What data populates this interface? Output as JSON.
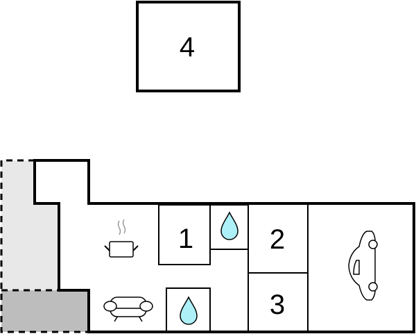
{
  "diagram": {
    "type": "floor-plan",
    "colors": {
      "wall": "#000000",
      "terrace_light": "#e8e8e8",
      "terrace_dark": "#bdbdbd",
      "water": "#aef0f8",
      "steam": "#999999"
    },
    "rooms": [
      {
        "id": "room-4",
        "label": "4"
      },
      {
        "id": "room-1",
        "label": "1"
      },
      {
        "id": "room-2",
        "label": "2"
      },
      {
        "id": "room-3",
        "label": "3"
      }
    ],
    "icons": [
      {
        "name": "kitchen-pot-icon",
        "meaning": "kitchen"
      },
      {
        "name": "sofa-icon",
        "meaning": "living room"
      },
      {
        "name": "water-drop-icon",
        "meaning": "bathroom"
      },
      {
        "name": "water-drop-icon",
        "meaning": "bathroom"
      },
      {
        "name": "car-icon",
        "meaning": "garage"
      }
    ]
  }
}
